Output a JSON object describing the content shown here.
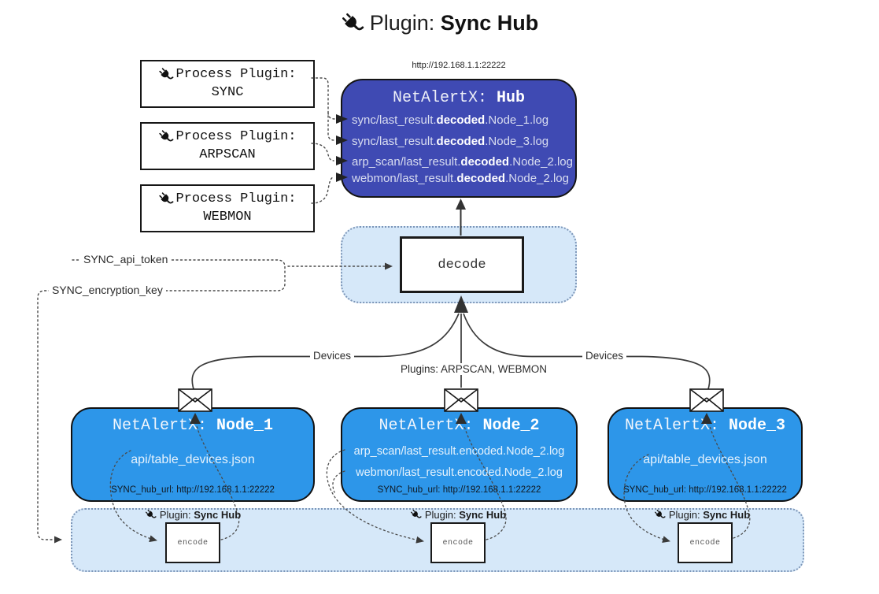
{
  "title": {
    "prefix": "Plugin: ",
    "bold": "Sync Hub"
  },
  "process_plugins": [
    {
      "header": "Process Plugin:",
      "name": "SYNC"
    },
    {
      "header": "Process Plugin:",
      "name": "ARPSCAN"
    },
    {
      "header": "Process Plugin:",
      "name": "WEBMON"
    }
  ],
  "hub": {
    "url": "http://192.168.1.1:22222",
    "title_prefix": "NetAlertX: ",
    "title_bold": "Hub",
    "logs": [
      {
        "pre": "sync/last_result.",
        "bold": "decoded",
        "post": ".Node_1.log"
      },
      {
        "pre": "sync/last_result.",
        "bold": "decoded",
        "post": ".Node_3.log"
      },
      {
        "pre": "arp_scan/last_result.",
        "bold": "decoded",
        "post": ".Node_2.log"
      },
      {
        "pre": "webmon/last_result.",
        "bold": "decoded",
        "post": ".Node_2.log"
      }
    ]
  },
  "decode": {
    "label": "decode"
  },
  "secrets": {
    "api_token": "SYNC_api_token",
    "encryption_key": "SYNC_encryption_key"
  },
  "edge_labels": {
    "left": "Devices",
    "center": "Plugins: ARPSCAN, WEBMON",
    "right": "Devices"
  },
  "nodes": [
    {
      "title_prefix": "NetAlertX: ",
      "title_bold": "Node_1",
      "lines": [
        "api/table_devices.json"
      ],
      "hub_url": "SYNC_hub_url: http://192.168.1.1:22222"
    },
    {
      "title_prefix": "NetAlertX: ",
      "title_bold": "Node_2",
      "lines": [
        "arp_scan/last_result.encoded.Node_2.log",
        "webmon/last_result.encoded.Node_2.log"
      ],
      "hub_url": "SYNC_hub_url: http://192.168.1.1:22222"
    },
    {
      "title_prefix": "NetAlertX: ",
      "title_bold": "Node_3",
      "lines": [
        "api/table_devices.json"
      ],
      "hub_url": "SYNC_hub_url: http://192.168.1.1:22222"
    }
  ],
  "encode_band": {
    "items": [
      {
        "label_prefix": "Plugin: ",
        "label_bold": "Sync Hub",
        "box": "encode"
      },
      {
        "label_prefix": "Plugin: ",
        "label_bold": "Sync Hub",
        "box": "encode"
      },
      {
        "label_prefix": "Plugin: ",
        "label_bold": "Sync Hub",
        "box": "encode"
      }
    ]
  },
  "icons": {
    "plug": "plug-icon",
    "envelope": "envelope-icon"
  },
  "colors": {
    "hub_fill": "#3f4ab3",
    "node_fill": "#2d96e9",
    "band_fill": "#d6e8f9",
    "band_border": "#7d96b8",
    "line_dark": "#3a3a3a",
    "dotted_gray": "#4a4a4a"
  }
}
